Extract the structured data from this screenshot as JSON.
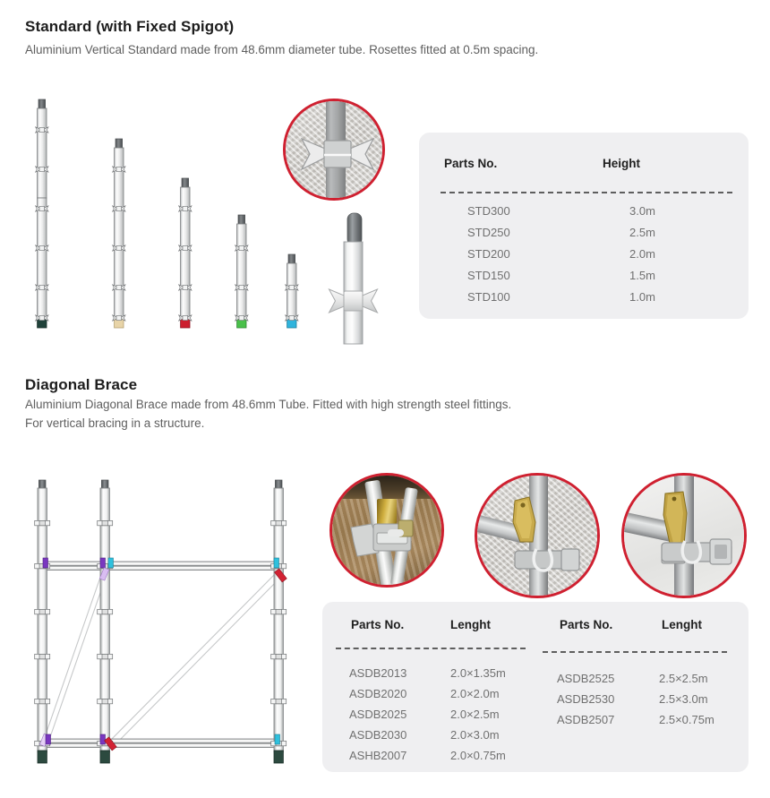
{
  "sections": [
    {
      "id": "standard",
      "title": "Standard (with Fixed Spigot)",
      "description": "Aluminium Vertical Standard made from 48.6mm diameter tube. Rosettes fitted at 0.5m spacing.",
      "description_line2": ""
    },
    {
      "id": "diagonal-brace",
      "title": "Diagonal Brace",
      "description": "Aluminium Diagonal Brace made from 48.6mm Tube. Fitted with high strength steel fittings.",
      "description_line2": "For vertical bracing in a structure."
    }
  ],
  "standard_table": {
    "columns": [
      "Parts No.",
      "Height"
    ],
    "rows": [
      {
        "part": "STD300",
        "value": "3.0m"
      },
      {
        "part": "STD250",
        "value": "2.5m"
      },
      {
        "part": "STD200",
        "value": "2.0m"
      },
      {
        "part": "STD150",
        "value": "1.5m"
      },
      {
        "part": "STD100",
        "value": "1.0m"
      }
    ]
  },
  "brace_table_left": {
    "columns": [
      "Parts No.",
      "Lenght"
    ],
    "rows": [
      {
        "part": "ASDB2013",
        "value": "2.0×1.35m"
      },
      {
        "part": "ASDB2020",
        "value": "2.0×2.0m"
      },
      {
        "part": "ASDB2025",
        "value": "2.0×2.5m"
      },
      {
        "part": "ASDB2030",
        "value": "2.0×3.0m"
      },
      {
        "part": "ASHB2007",
        "value": "2.0×0.75m"
      }
    ]
  },
  "brace_table_right": {
    "columns": [
      "Parts No.",
      "Lenght"
    ],
    "rows": [
      {
        "part": "ASDB2525",
        "value": "2.5×2.5m"
      },
      {
        "part": "ASDB2530",
        "value": "2.5×3.0m"
      },
      {
        "part": "ASDB2507",
        "value": "2.5×0.75m"
      }
    ]
  },
  "illustrations": {
    "standards": [
      {
        "name": "standard-3-0m",
        "base_color": "#20423a"
      },
      {
        "name": "standard-2-5m",
        "base_color": "#e8d4a8"
      },
      {
        "name": "standard-2-0m",
        "base_color": "#cc1e2e"
      },
      {
        "name": "standard-1-5m",
        "base_color": "#49c04a"
      },
      {
        "name": "standard-1-0m",
        "base_color": "#2fb4dd"
      }
    ],
    "spigot_color": "#5d6164",
    "tube_color": "#e9eaea",
    "rosette_color": "#dcdcdc",
    "wedge_purple": "#7a37c0",
    "wedge_cyan": "#2fc0dd",
    "wedge_red": "#d22233",
    "wedge_lilac": "#c9a8e8"
  },
  "photos": {
    "ring_color": "#cf2030",
    "items": [
      {
        "name": "rosette-closeup-photo",
        "caption": ""
      },
      {
        "name": "brace-fitting-ground-photo",
        "caption": ""
      },
      {
        "name": "brace-fitting-wall-photo",
        "caption": ""
      },
      {
        "name": "brace-fitting-detail-photo",
        "caption": ""
      }
    ]
  }
}
